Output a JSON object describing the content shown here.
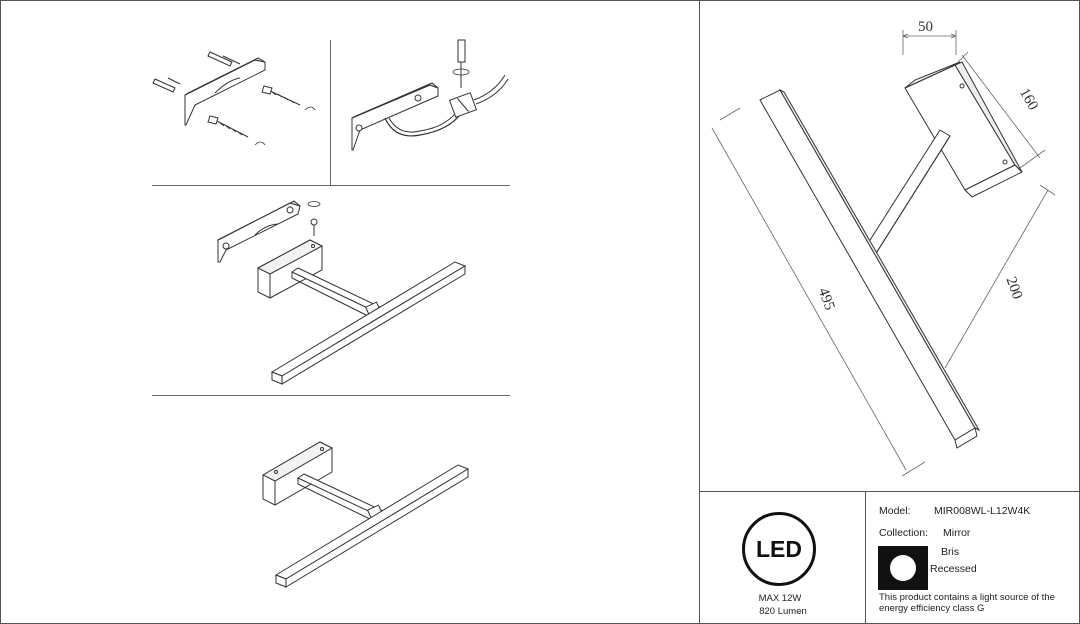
{
  "dimensions": {
    "width": "50",
    "depth": "160",
    "length": "495",
    "arm": "200"
  },
  "led": {
    "logo": "LED",
    "max_power": "MAX 12W",
    "lumen": "820 Lumen"
  },
  "info": {
    "model_label": "Model:",
    "model_value": "MIR008WL-L12W4K",
    "collection_label": "Collection:",
    "collection_value": "Mirror",
    "brand": "Bris",
    "mount_type": "Recessed",
    "energy_note": "This product contains a light source of the energy efficiency class G"
  }
}
